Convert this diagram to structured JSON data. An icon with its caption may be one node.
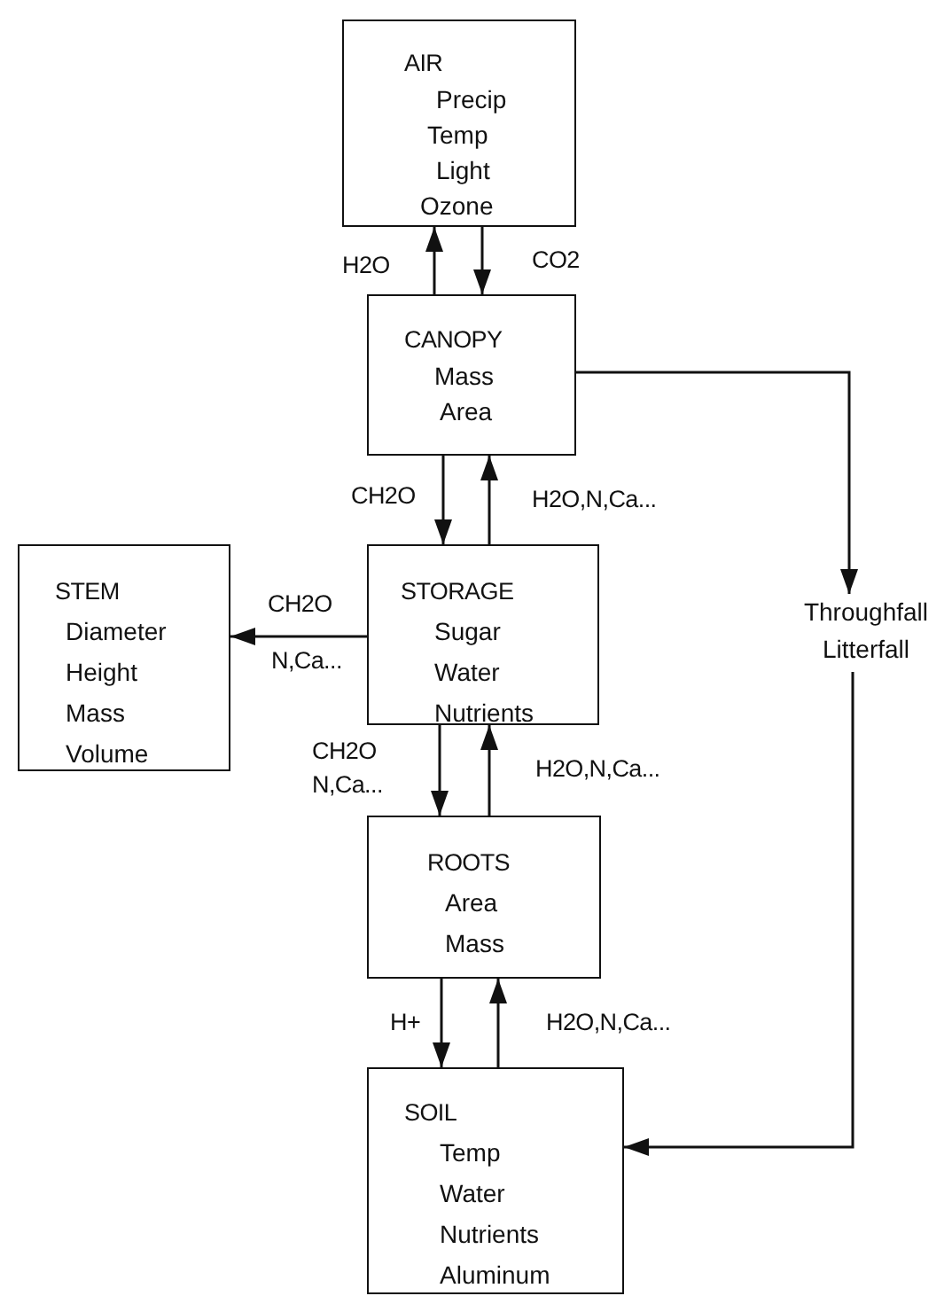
{
  "diagram": {
    "nodes": [
      {
        "text": [
          "AIR",
          "Precip",
          "Temp",
          "Light",
          "Ozone"
        ]
      },
      {
        "text": [
          "CANOPY",
          "Mass",
          "Area"
        ]
      },
      {
        "text": [
          "STEM",
          "Diameter",
          "Height",
          "Mass",
          "Volume"
        ]
      },
      {
        "text": [
          "STORAGE",
          "Sugar",
          "Water",
          "Nutrients"
        ]
      },
      {
        "text": [
          "Throughfall",
          "Litterfall"
        ]
      },
      {
        "text": [
          "ROOTS",
          "Area",
          "Mass"
        ]
      },
      {
        "text": [
          "SOIL",
          "Temp",
          "Water",
          "Nutrients",
          "Aluminum"
        ]
      }
    ],
    "edges": [
      {
        "from": 1,
        "to": 0,
        "arrow": "to",
        "label": "H2O"
      },
      {
        "from": 0,
        "to": 1,
        "arrow": "to",
        "label": "CO2"
      },
      {
        "from": 1,
        "to": 3,
        "arrow": "to",
        "label": "CH2O"
      },
      {
        "from": 3,
        "to": 1,
        "arrow": "to",
        "label": "H2O,N,Ca..."
      },
      {
        "from": 3,
        "to": 2,
        "arrow": "to",
        "label": "CH2O"
      },
      {
        "from": 3,
        "to": 5,
        "arrow": "to",
        "label": "CH2O N,Ca..."
      },
      {
        "from": 5,
        "to": 3,
        "arrow": "to",
        "label": "H2O,N,Ca..."
      },
      {
        "from": 1,
        "to": 4,
        "arrow": "to"
      },
      {
        "from": 4,
        "to": 6,
        "arrow": "to"
      },
      {
        "from": 5,
        "to": 6,
        "arrow": "to",
        "label": "H+"
      },
      {
        "from": 6,
        "to": 5,
        "arrow": "to",
        "label": "H2O,N,Ca..."
      }
    ],
    "labels": [
      "N,Ca..."
    ]
  }
}
